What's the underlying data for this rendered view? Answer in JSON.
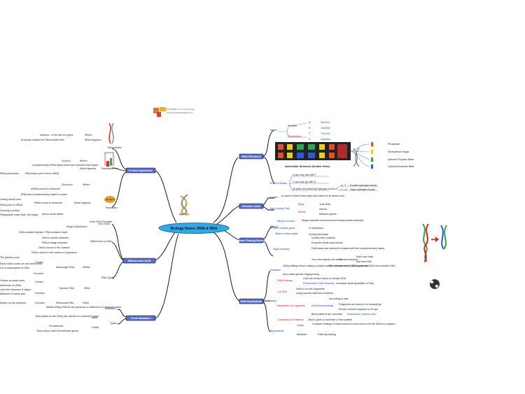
{
  "colors": {
    "center_fill": "#2fa9e8",
    "branch_fill": "#5a6fd6",
    "link_line": "#6b86c9",
    "accent_red": "#d11111",
    "accent_blue": "#1a44c8",
    "accent_green": "#1a8a1a"
  },
  "logo": {
    "line1": "Not Straight A's Inc Learning Site",
    "line2": "www.LearningNotStraightAs.com"
  },
  "center": {
    "title": "Biology Notes: DNA & RNA"
  },
  "branches": {
    "dna_structure": "DNA Structure",
    "genetic_code": "Genetic Code",
    "base_pairing": "Base Pairing Rules",
    "replication": "DNA Replication",
    "protein_synthesis": "Protein Synthesis",
    "ribonucleic_acid": "Ribonucleic Acid",
    "gene_mutation": "Gene Mutation"
  },
  "dna": {
    "bases_label": "Bases",
    "purines_label": "Purines",
    "pyrimidines_label": "Pyrimidines",
    "purines": [
      "Adenine",
      "Guanine"
    ],
    "pyrimidines": [
      "Thymine",
      "Cytosine"
    ],
    "purine_letters": [
      "A",
      "G"
    ],
    "pyrimidine_letters": [
      "T",
      "C"
    ],
    "nucleotide_caption": "Nucleotide Structure (Double Helix)",
    "legend": [
      "Phosphate",
      "Deoxyribose Sugar",
      "Adenine/Thymine Base",
      "Cytosine/Guanine Base"
    ],
    "rules_label": "Rules of Bases",
    "rule1": "A can only pair with T",
    "rule2": "C can only go with G",
    "rule3": "All pairs are joined by hydrogen bonds",
    "bonds_at": "A - T",
    "bonds_at_text": "Double hydrogen bonds",
    "bonds_cg": "C - G",
    "bonds_cg_text": "Triple hydrogen bonds",
    "strip_letters": [
      "P",
      "D",
      "A",
      "T",
      "D",
      "P",
      "P",
      "D",
      "C",
      "G",
      "D",
      "P"
    ]
  },
  "code": {
    "codon_label": "Codon",
    "codon_text": "A codon of three base pairs that codes for an amino acid",
    "noncoding_label": "Non-Coding DNA",
    "what": "What",
    "what_text": "Junk DNA",
    "where": "Where",
    "where_text": "Introns",
    "where_text2": "Between genes"
  },
  "pairing": {
    "basics": "Basics",
    "what_it_involves": "What it involves",
    "what_text": "Single stranded chromosomes forming double stranded",
    "when_it_takes_place": "When it takes place",
    "when_text": "In interphase",
    "where_it_takes_place": "Where it takes place",
    "where_text": "During interphase",
    "steps_label": "Steps involved",
    "steps": [
      "Double helix unwinds",
      "Enzymes break base bonds",
      "DNA bases are matched to bases with free complementary bases",
      "Two new strands are made"
    ],
    "result": "Identical strands",
    "partial1": "Each new helix",
    "partial2": "half new DNA"
  },
  "replication": {
    "definition_label": "Definition",
    "definition_text": "DNA profiling means making a unique pattern of bands from DNA of a person",
    "definition_text2": "This can be used to distinguish one DNA from another DNA",
    "also_called": "Also called genetic fingerprinting",
    "steps_label": "Steps",
    "dna_release": "DNA Release",
    "dna_release_text": "Cells are broken down to release DNA",
    "pcr": "Polymerase Chain Reaction",
    "pcr_text": "Increases small quantities of DNA",
    "cut": "Cut DNA",
    "cut_text": "DNA is cut into fragments",
    "cut_text2": "Using special restriction enzymes",
    "separation": "Separation of Fragments",
    "sep_text": "According to size",
    "electro": "Gel Electrophoresis",
    "electro_text1": "Fragments are placed in a medical gel",
    "electro_text2": "Electric current is applied to the gel",
    "band": "Band patterns are recorded",
    "band_text": "Radioactive markers used",
    "comparison": "Comparison of Patterns",
    "comparison_text": "DNA is given to scientist to view pattern",
    "applications": "Applications",
    "crime": "Crime",
    "crime_text": "Compare findings of blood found at crime scene with the DNA of a suspect",
    "medicine": "Medicine",
    "medicine_text": "Paternity testing"
  },
  "transcription": {
    "branch": "Transcription",
    "where": "Where",
    "where_text": "Nucleus - in the site of a gene",
    "what": "What Happens",
    "what_text": "Enzymes unwind the DNA double helix",
    "translation": "Translation",
    "nucleus": "Nucleus",
    "where2_text": "Complementary RNA bases bond with exposed DNA bases",
    "what2": "What happens",
    "what2_text": "RNA bases join to form mRNA",
    "polymerase": "RNA polymerase",
    "ribosome": "Ribosome",
    "where3_text": "mRNA moves to ribosome",
    "where3_text2": "tRNA has complementary bases to codon",
    "what3": "What Happens",
    "what3_text": "tRNA moves to ribosome",
    "what3_text2": "Amino acids attach",
    "left1": "Joining amino acid",
    "left2": "tRNA joins to mRNA",
    "left3": "Forming a protein",
    "left4": "Polypeptide chain folds into shape"
  },
  "rna": {
    "how_made": "How made",
    "how_made_text": "From DNA Template",
    "single_helix": "Single helix/strand",
    "differences_label": "Differences to DNA",
    "diff1": "DNA contains thymine, RNA contains Uracil",
    "diff2": "DNA is double stranded",
    "diff3": "RNA is single stranded",
    "diff4": "DNA is found in the nucleus",
    "diff5": "RNA is found in the nucleus & cytoplasm",
    "rna_types": "RNA Types",
    "messenger": "Messenger RNA",
    "mrna": "mRNA",
    "transfer": "Transfer RNA",
    "trna": "tRNA",
    "ribosomal": "Ribosomal RNA",
    "rrna": "rRNA",
    "carries": "Carries",
    "function": "Function",
    "l1": "The genetic code",
    "l2": "Each codon codes for one amino acid",
    "l3": "It is a transcription of DNA",
    "l4": "Carries an amino acid",
    "l5": "Anticodon on tRNA",
    "l6": "It joins mRNA",
    "l7": "Joins the ribosome & aligns",
    "l8": "Attaches to amino acid",
    "l9": "Makes up the ribosome",
    "l10": "Structure"
  },
  "mutation": {
    "definition": "Definition",
    "definition_text": "Means letting DNA be the presence or absence of a particular gene",
    "types": "Types",
    "causes": "Causes",
    "types_text1": "Tests adults to see if they are carriers of a defective gene",
    "types_text2": "Prenatal test",
    "types_text3": "Tests unborn child for defective genes",
    "adult": "Adult",
    "foetal": "Foetal"
  }
}
